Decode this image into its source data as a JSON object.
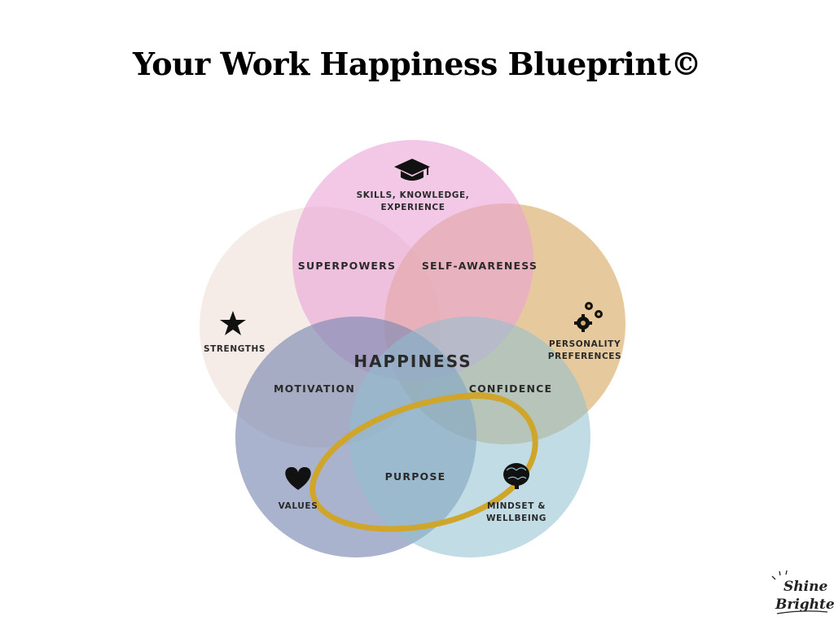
{
  "title": "Your Work Happiness Blueprint©",
  "colors": {
    "skills": "#eaa4d6",
    "strengths": "#ecdcd6",
    "personality": "#d9ad68",
    "values": "#7d8ab2",
    "mindset": "#8ec0cf",
    "highlight": "#cfa52a",
    "icon": "#111111"
  },
  "circles": {
    "skills": {
      "label_line1": "SKILLS, KNOWLEDGE,",
      "label_line2": "EXPERIENCE",
      "icon": "graduation-cap-icon"
    },
    "strengths": {
      "label": "STRENGTHS",
      "icon": "star-icon"
    },
    "personality": {
      "label_line1": "PERSONALITY",
      "label_line2": "PREFERENCES",
      "icon": "gears-icon"
    },
    "values": {
      "label": "VALUES",
      "icon": "heart-icon"
    },
    "mindset": {
      "label_line1": "MINDSET &",
      "label_line2": "WELLBEING",
      "icon": "brain-icon"
    }
  },
  "intersections": {
    "superpowers": "SUPERPOWERS",
    "self_awareness": "SELF-AWARENESS",
    "motivation": "MOTIVATION",
    "confidence": "CONFIDENCE",
    "purpose": "PURPOSE",
    "happiness": "HAPPINESS"
  },
  "logo": {
    "line1": "Shine",
    "line2": "Brighter"
  }
}
